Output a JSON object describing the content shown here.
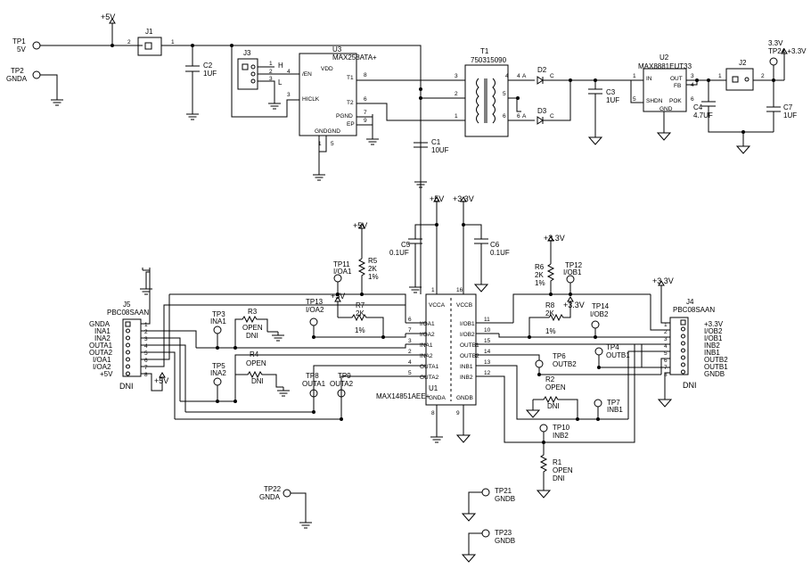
{
  "rails": {
    "p5v": "+5V",
    "p3v3": "+3.3V"
  },
  "tp": {
    "tp1": [
      "TP1",
      "5V"
    ],
    "tp2": [
      "TP2",
      "GNDA"
    ],
    "tp24": [
      "3.3V",
      "TP24 +3.3V"
    ],
    "tp3": [
      "TP3",
      "INA1"
    ],
    "tp5": [
      "TP5",
      "INA2"
    ],
    "tp8": [
      "TP8",
      "OUTA1"
    ],
    "tp9": [
      "TP9",
      "OUTA2"
    ],
    "tp11": [
      "TP11",
      "I/OA1"
    ],
    "tp13": [
      "TP13",
      "I/OA2"
    ],
    "tp12": [
      "TP12",
      "I/OB1"
    ],
    "tp14": [
      "TP14",
      "I/OB2"
    ],
    "tp4": [
      "TP4",
      "OUTB1"
    ],
    "tp6": [
      "TP6",
      "OUTB2"
    ],
    "tp7": [
      "TP7",
      "INB1"
    ],
    "tp10": [
      "TP10",
      "INB2"
    ],
    "tp22": [
      "TP22",
      "GNDA"
    ],
    "tp21": [
      "TP21",
      "GNDB"
    ],
    "tp23": [
      "TP23",
      "GNDB"
    ]
  },
  "parts": {
    "j1": "J1",
    "j2": "J2",
    "j3": "J3",
    "c1": [
      "C1",
      "10UF"
    ],
    "c2": [
      "C2",
      "1UF"
    ],
    "c3": [
      "C3",
      "1UF"
    ],
    "c4": [
      "C4",
      "4.7UF"
    ],
    "c7": [
      "C7",
      "1UF"
    ],
    "c5": [
      "C5",
      "0.1UF"
    ],
    "c6": [
      "C6",
      "0.1UF"
    ],
    "u3": [
      "U3",
      "MAX258ATA+"
    ],
    "t1": [
      "T1",
      "750315090"
    ],
    "u2": [
      "U2",
      "MAX8881EUT33"
    ],
    "d2": "D2",
    "d3": "D3",
    "r1": [
      "R1",
      "OPEN",
      "DNI"
    ],
    "r2": [
      "R2",
      "OPEN",
      "DNI"
    ],
    "r3": [
      "R3",
      "OPEN",
      "DNI"
    ],
    "r4": [
      "R4",
      "OPEN",
      "DNI"
    ],
    "r5": [
      "R5",
      "2K",
      "1%"
    ],
    "r6": [
      "R6",
      "2K",
      "1%"
    ],
    "r7": [
      "R7",
      "2K",
      "1%"
    ],
    "r8": [
      "R8",
      "2K",
      "1%"
    ],
    "u1": [
      "U1",
      "MAX14851AEE+"
    ],
    "j5": [
      "J5",
      "PBC08SAAN",
      "DNI"
    ],
    "j4": [
      "J4",
      "PBC08SAAN",
      "DNI"
    ]
  },
  "u3pins": {
    "en": "/EN",
    "hiclk": "HICLK",
    "vdd": "VDD",
    "t1": "T1",
    "t2": "T2",
    "pgnd": "PGND",
    "ep": "EP",
    "gnd": "GNDGND",
    "h": "H",
    "l": "L"
  },
  "u2pins": {
    "in": "IN",
    "out": "OUT",
    "fb": "FB",
    "shdn": "SHDN",
    "pok": "POK",
    "gnd": "GND"
  },
  "u1pins": {
    "vcca": "VCCA",
    "vccb": "VCCB",
    "gnda": "GNDA",
    "gndb": "GNDB",
    "left": [
      "I/OA1",
      "I/OA2",
      "INA1",
      "INA2",
      "OUTA1",
      "OUTA2"
    ],
    "right": [
      "I/OB1",
      "I/OB2",
      "OUTB1",
      "OUTB2",
      "INB1",
      "INB2"
    ]
  },
  "j5pins": [
    "GNDA",
    "INA1",
    "INA2",
    "OUTA1",
    "OUTA2",
    "I/OA1",
    "I/OA2",
    "+5V"
  ],
  "j4pins": [
    "+3.3V",
    "I/OB2",
    "I/OB1",
    "INB2",
    "INB1",
    "OUTB2",
    "OUTB1",
    "GNDB"
  ]
}
